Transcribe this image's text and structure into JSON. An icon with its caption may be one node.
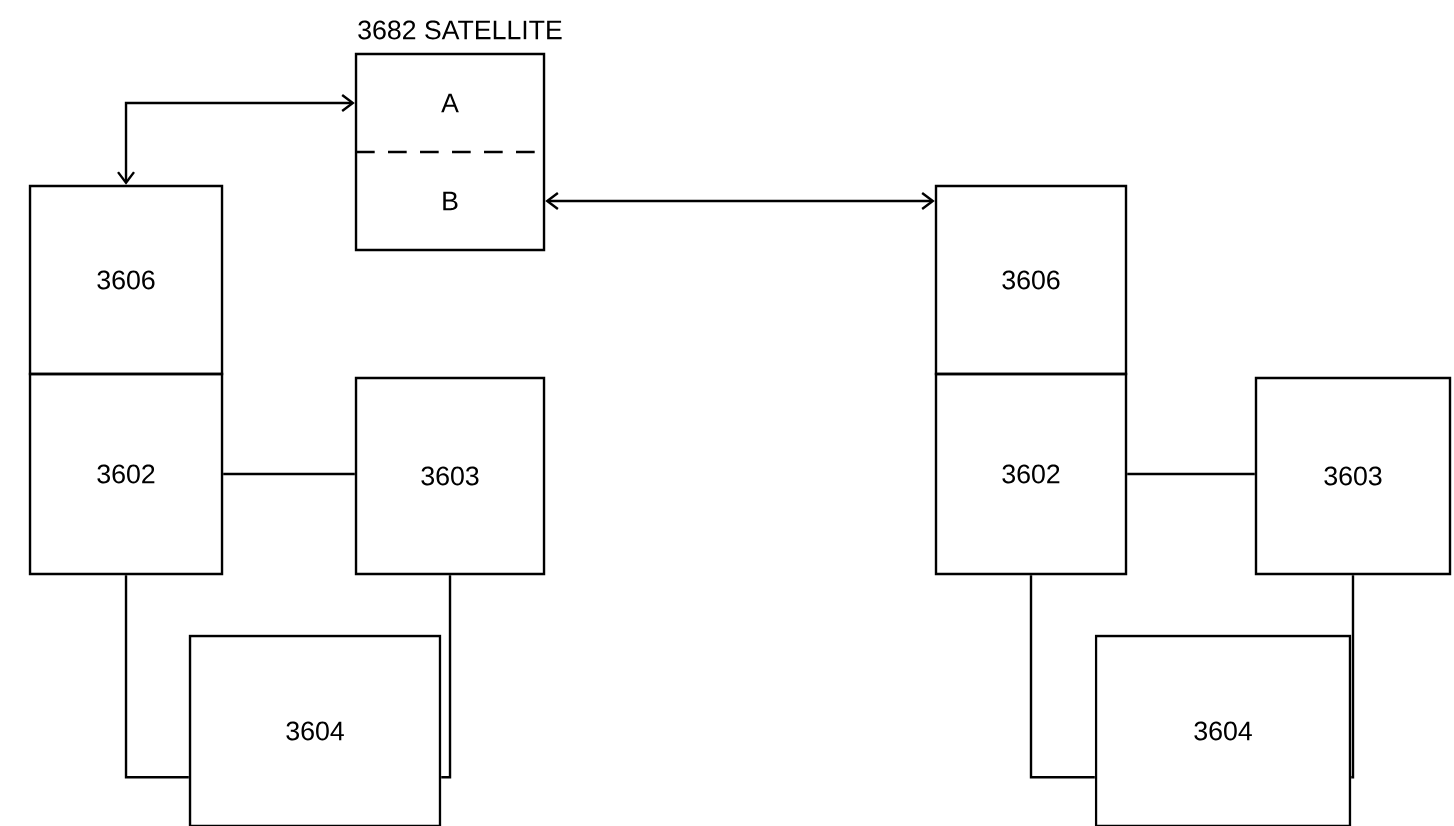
{
  "diagram": {
    "nodes": [
      {
        "text": [
          "3682 SATELLITE"
        ]
      },
      {
        "text": [
          "A"
        ],
        "in": 0
      },
      {
        "text": [
          "B"
        ],
        "in": 0
      },
      {
        "text": [
          "3606"
        ]
      },
      {
        "text": [
          "3602"
        ]
      },
      {
        "text": [
          "3603"
        ]
      },
      {
        "text": [
          "3604"
        ]
      },
      {
        "text": [
          "3606"
        ]
      },
      {
        "text": [
          "3602"
        ]
      },
      {
        "text": [
          "3603"
        ]
      },
      {
        "text": [
          "3604"
        ]
      }
    ],
    "edges": [
      {
        "from": 3,
        "to": 1,
        "arrow": "both"
      },
      {
        "from": 2,
        "to": 7,
        "arrow": "both"
      },
      {
        "from": 4,
        "to": 5,
        "arrow": "none"
      },
      {
        "from": 4,
        "to": 6,
        "arrow": "none"
      },
      {
        "from": 5,
        "to": 6,
        "arrow": "none"
      },
      {
        "from": 8,
        "to": 9,
        "arrow": "none"
      },
      {
        "from": 8,
        "to": 10,
        "arrow": "none"
      },
      {
        "from": 9,
        "to": 10,
        "arrow": "none"
      }
    ]
  }
}
